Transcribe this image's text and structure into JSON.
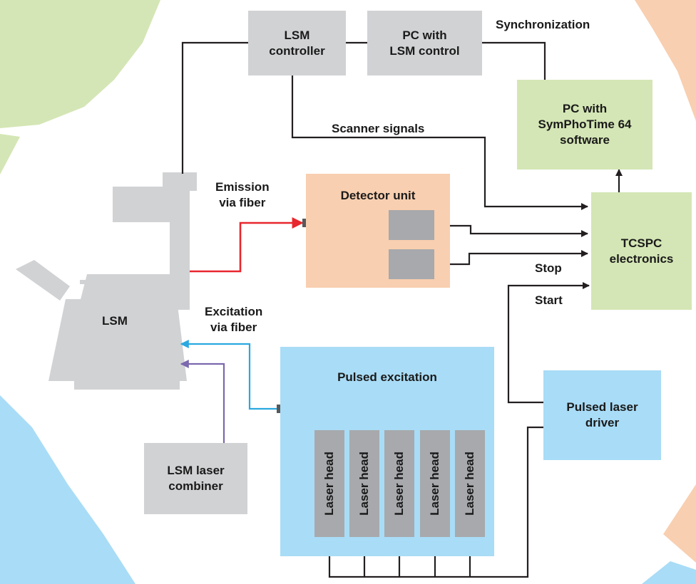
{
  "boxes": {
    "lsm_controller": [
      "LSM",
      "controller"
    ],
    "pc_lsm_control": [
      "PC with",
      "LSM control"
    ],
    "pc_symphotime": [
      "PC with",
      "SymPhoTime 64",
      "software"
    ],
    "detector_unit": "Detector unit",
    "tcspc": [
      "TCSPC",
      "electronics"
    ],
    "pulsed_excitation": "Pulsed excitation",
    "pulsed_laser_driver": [
      "Pulsed laser",
      "driver"
    ],
    "lsm_laser_combiner": [
      "LSM laser",
      "combiner"
    ],
    "lsm": "LSM"
  },
  "laser_heads": [
    "Laser head",
    "Laser head",
    "Laser head",
    "Laser head",
    "Laser head"
  ],
  "labels": {
    "synchronization": "Synchronization",
    "scanner_signals": "Scanner signals",
    "emission": [
      "Emission",
      "via fiber"
    ],
    "excitation": [
      "Excitation",
      "via fiber"
    ],
    "stop": "Stop",
    "start": "Start"
  },
  "colors": {
    "emission_line": "#e8262d",
    "excitation_line": "#29a9e0",
    "combiner_line": "#7b68ae",
    "laser_bus_line": "#2c3e8f",
    "signal_line": "#231f20"
  }
}
